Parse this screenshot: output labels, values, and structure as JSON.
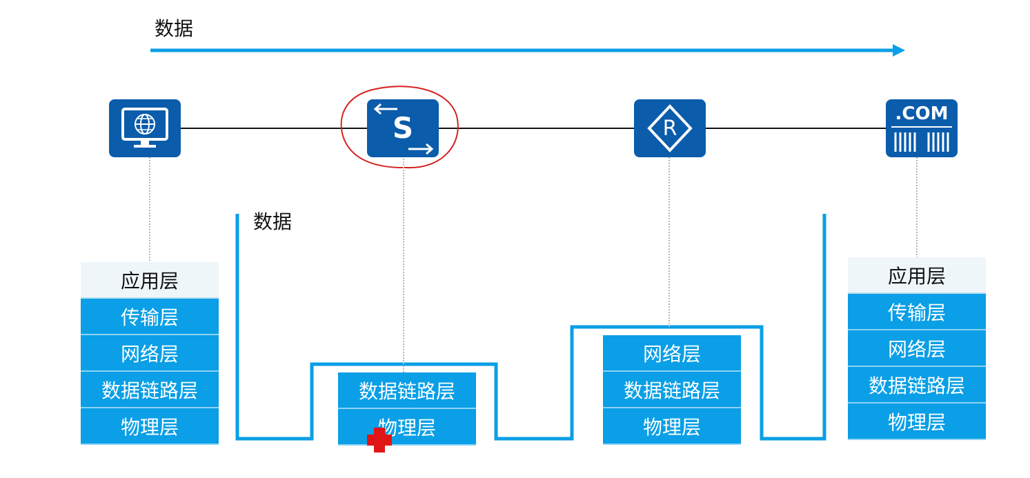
{
  "top_label": "数据",
  "path_label": "数据",
  "colors": {
    "accent": "#0a9fe6",
    "device": "#0b5cab",
    "annotation": "#d62020"
  },
  "devices": [
    {
      "name": "host",
      "icon": "monitor-globe-icon"
    },
    {
      "name": "switch",
      "icon": "switch-icon",
      "letter": "S"
    },
    {
      "name": "router",
      "icon": "router-icon",
      "letter": "R"
    },
    {
      "name": "server",
      "icon": "server-icon",
      "text": ".COM"
    }
  ],
  "stacks": {
    "host": [
      "应用层",
      "传输层",
      "网络层",
      "数据链路层",
      "物理层"
    ],
    "switch": [
      "数据链路层",
      "物理层"
    ],
    "router": [
      "网络层",
      "数据链路层",
      "物理层"
    ],
    "server": [
      "应用层",
      "传输层",
      "网络层",
      "数据链路层",
      "物理层"
    ]
  }
}
